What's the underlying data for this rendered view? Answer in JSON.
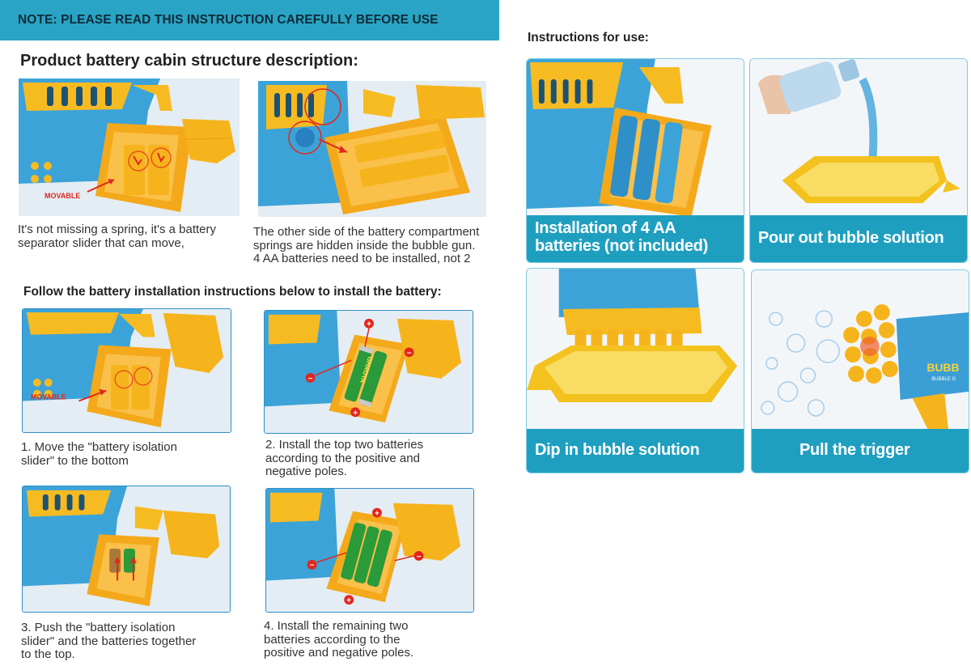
{
  "header": {
    "note": "NOTE: PLEASE READ THIS INSTRUCTION CAREFULLY BEFORE USE"
  },
  "structure": {
    "title": "Product battery cabin structure description:",
    "images": [
      {
        "label": "MOVABLE",
        "caption": [
          "It's not missing a spring, it's a battery",
          "separator slider that can move,"
        ]
      },
      {
        "caption": [
          "The other side of the battery compartment",
          "springs are hidden inside the bubble gun.",
          "4 AA batteries need to be installed, not 2"
        ]
      }
    ]
  },
  "installation": {
    "title": "Follow the battery installation instructions below to install the battery:",
    "steps": [
      {
        "label": "MOVABLE",
        "caption": [
          "1. Move the \"battery isolation",
          "slider\" to the bottom"
        ]
      },
      {
        "battery_brand": "GHAOYA",
        "caption": [
          "2. Install the top two batteries",
          "according to the positive and",
          "negative poles."
        ]
      },
      {
        "caption": [
          "3. Push the \"battery isolation",
          "slider\" and the batteries together",
          "to the top."
        ]
      },
      {
        "caption": [
          "4. Install the remaining two",
          "batteries according to the",
          "positive and negative poles."
        ]
      }
    ],
    "plus_sign": "+",
    "minus_sign": "−"
  },
  "usage": {
    "title": "Instructions for use:",
    "cards": [
      {
        "label": [
          "Installation of 4 AA",
          "batteries (not included)"
        ]
      },
      {
        "label": [
          "Pour out bubble solution"
        ]
      },
      {
        "label": [
          "Dip in bubble solution"
        ]
      },
      {
        "label": [
          "Pull the trigger"
        ],
        "gun_text": "BUBB",
        "gun_subtext": "BUBBLE G"
      }
    ]
  },
  "colors": {
    "banner": "#2aa4c4",
    "card_band": "#1f9fc0",
    "gun_blue": "#3b9fd6",
    "gun_yellow": "#f6b41c",
    "warning_red": "#e1271d"
  }
}
